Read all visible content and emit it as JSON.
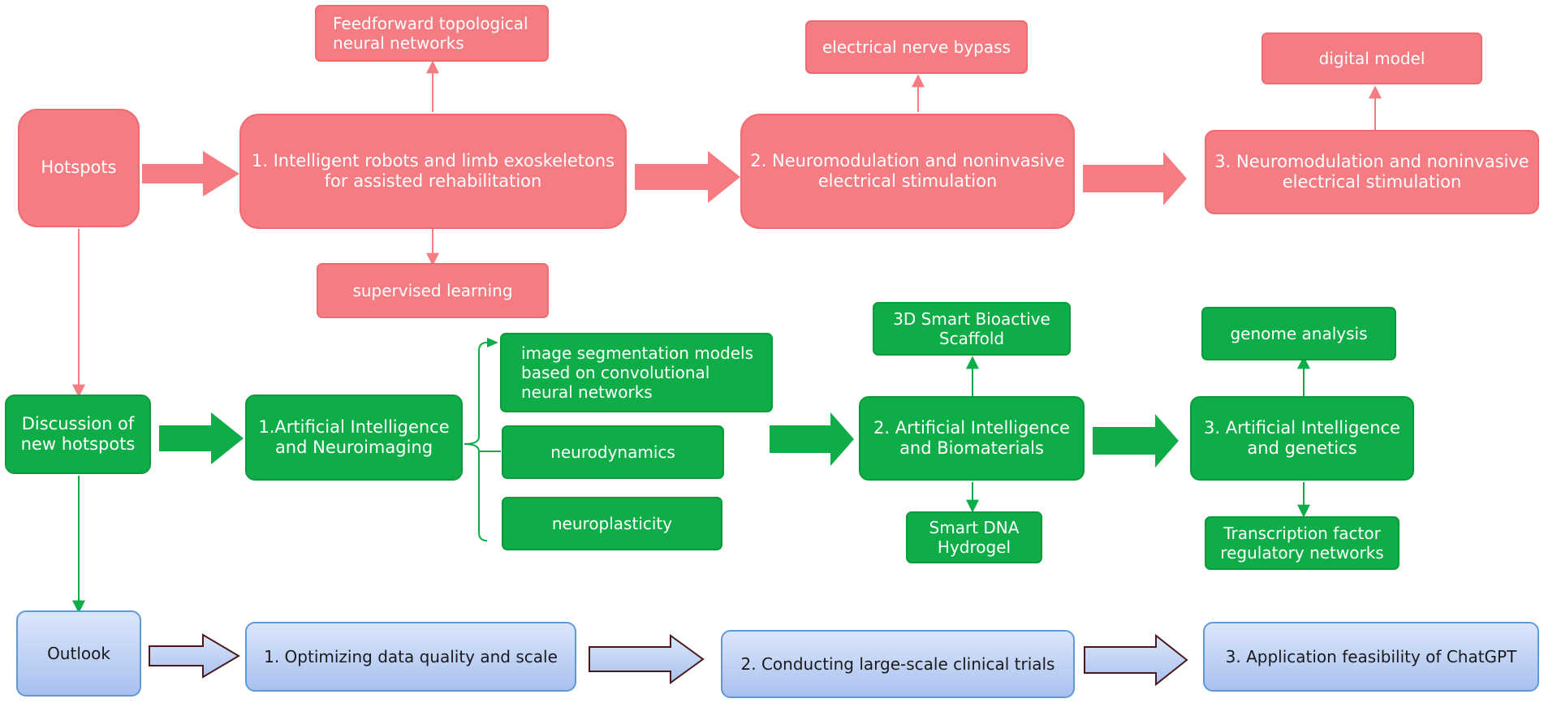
{
  "hotspots": {
    "root": "Hotspots",
    "node1": "1. Intelligent robots and limb exoskeletons for assisted rehabilitation",
    "node1_up": "Feedforward topological neural networks",
    "node1_down": "supervised learning",
    "node2": "2. Neuromodulation and noninvasive electrical stimulation",
    "node2_up": "electrical nerve bypass",
    "node3": "3. Neuromodulation and noninvasive electrical stimulation",
    "node3_up": "digital model"
  },
  "new_hotspots": {
    "root": "Discussion of new hotspots",
    "node1": "1.Artificial Intelligence and Neuroimaging",
    "branch_1": "image segmentation models based on convolutional neural networks",
    "branch_2": "neurodynamics",
    "branch_3": "neuroplasticity",
    "node2": "2. Artificial Intelligence and Biomaterials",
    "node2_up": "3D Smart Bioactive Scaffold",
    "node2_down": "Smart DNA Hydrogel",
    "node3": "3. Artificial Intelligence and genetics",
    "node3_up": "genome analysis",
    "node3_down": "Transcription factor regulatory networks"
  },
  "outlook": {
    "root": "Outlook",
    "step1": "1. Optimizing data quality and scale",
    "step2": "2. Conducting large-scale clinical trials",
    "step3": "3. Application feasibility of ChatGPT"
  },
  "colors": {
    "hotspots": "#f47c82",
    "new_hotspots": "#0fad48",
    "outlook": "#a9c0ef",
    "outlook_arrow_border": "#4a1a1a"
  }
}
